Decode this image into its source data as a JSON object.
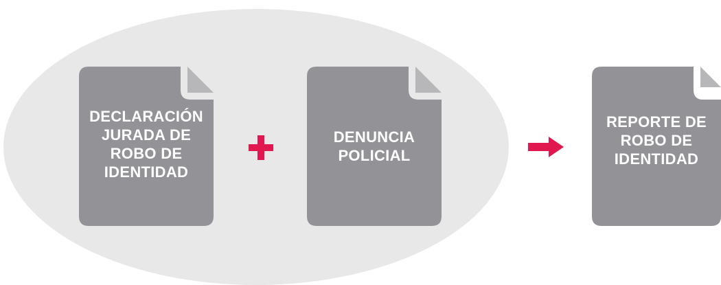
{
  "diagram": {
    "group_left": {
      "documents": [
        {
          "label": "DECLARACIÓN\nJURADA DE\nROBO DE\nIDENTIDAD"
        },
        {
          "label": "DENUNCIA\nPOLICIAL"
        }
      ],
      "operator": "+"
    },
    "arrow_icon": "right-arrow-icon",
    "result_document": {
      "label": "REPORTE DE\nROBO DE\nIDENTIDAD"
    }
  },
  "colors": {
    "ellipse_fill": "#e8e8e9",
    "document_fill": "#929297",
    "fold_fill": "#b7b7ba",
    "accent": "#e0184f",
    "label_text": "#ffffff"
  }
}
